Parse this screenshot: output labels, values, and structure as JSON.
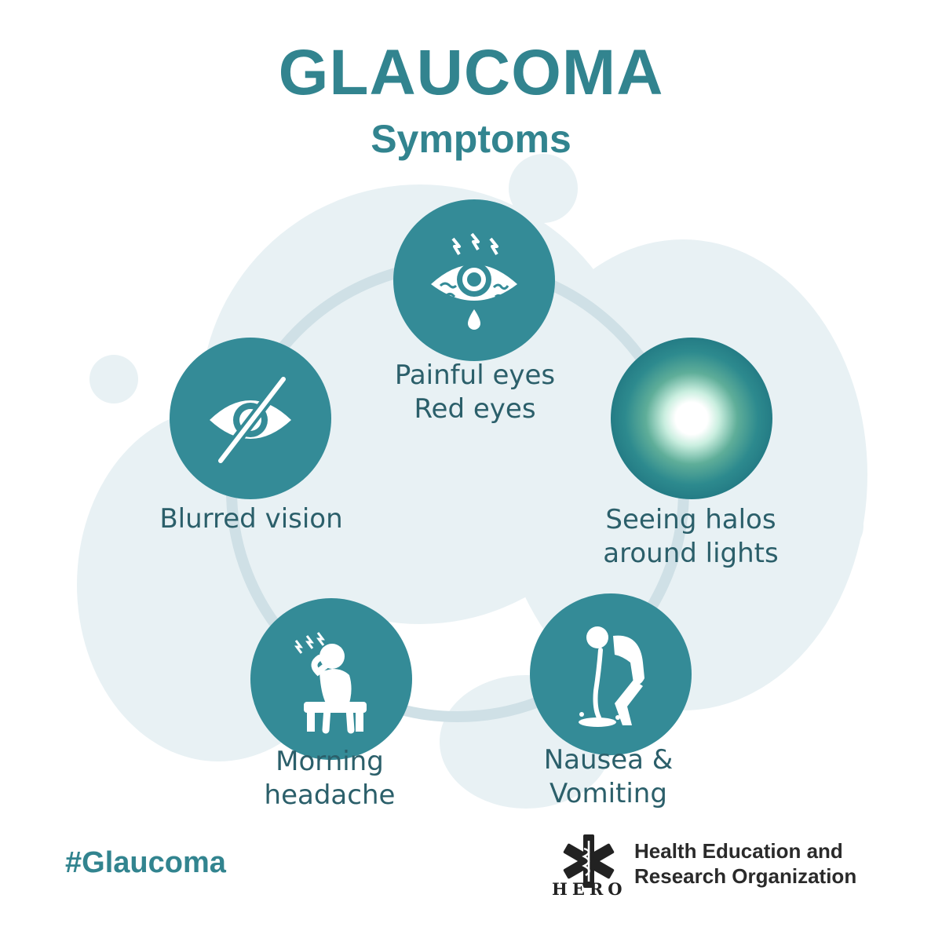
{
  "header": {
    "title": "GLAUCOMA",
    "subtitle": "Symptoms"
  },
  "colors": {
    "accent": "#32848f",
    "node": "#348b97",
    "background_blob": "#e8f1f4",
    "ring": "#cfe0e6",
    "label_text": "#2b5f6a"
  },
  "symptoms": [
    {
      "icon": "red-painful-eye-icon",
      "line1": "Painful eyes",
      "line2": "Red eyes"
    },
    {
      "icon": "light-halo-icon",
      "line1": "Seeing halos",
      "line2": "around lights"
    },
    {
      "icon": "vomiting-person-icon",
      "line1": "Nausea &",
      "line2": "Vomiting"
    },
    {
      "icon": "headache-person-icon",
      "line1": "Morning",
      "line2": "headache"
    },
    {
      "icon": "eye-slash-icon",
      "line1": "Blurred vision",
      "line2": ""
    }
  ],
  "footer": {
    "hashtag": "#Glaucoma",
    "org_abbr": "HERO",
    "org_line1": "Health Education and",
    "org_line2": "Research Organization",
    "logo_icon": "star-of-life-icon"
  }
}
